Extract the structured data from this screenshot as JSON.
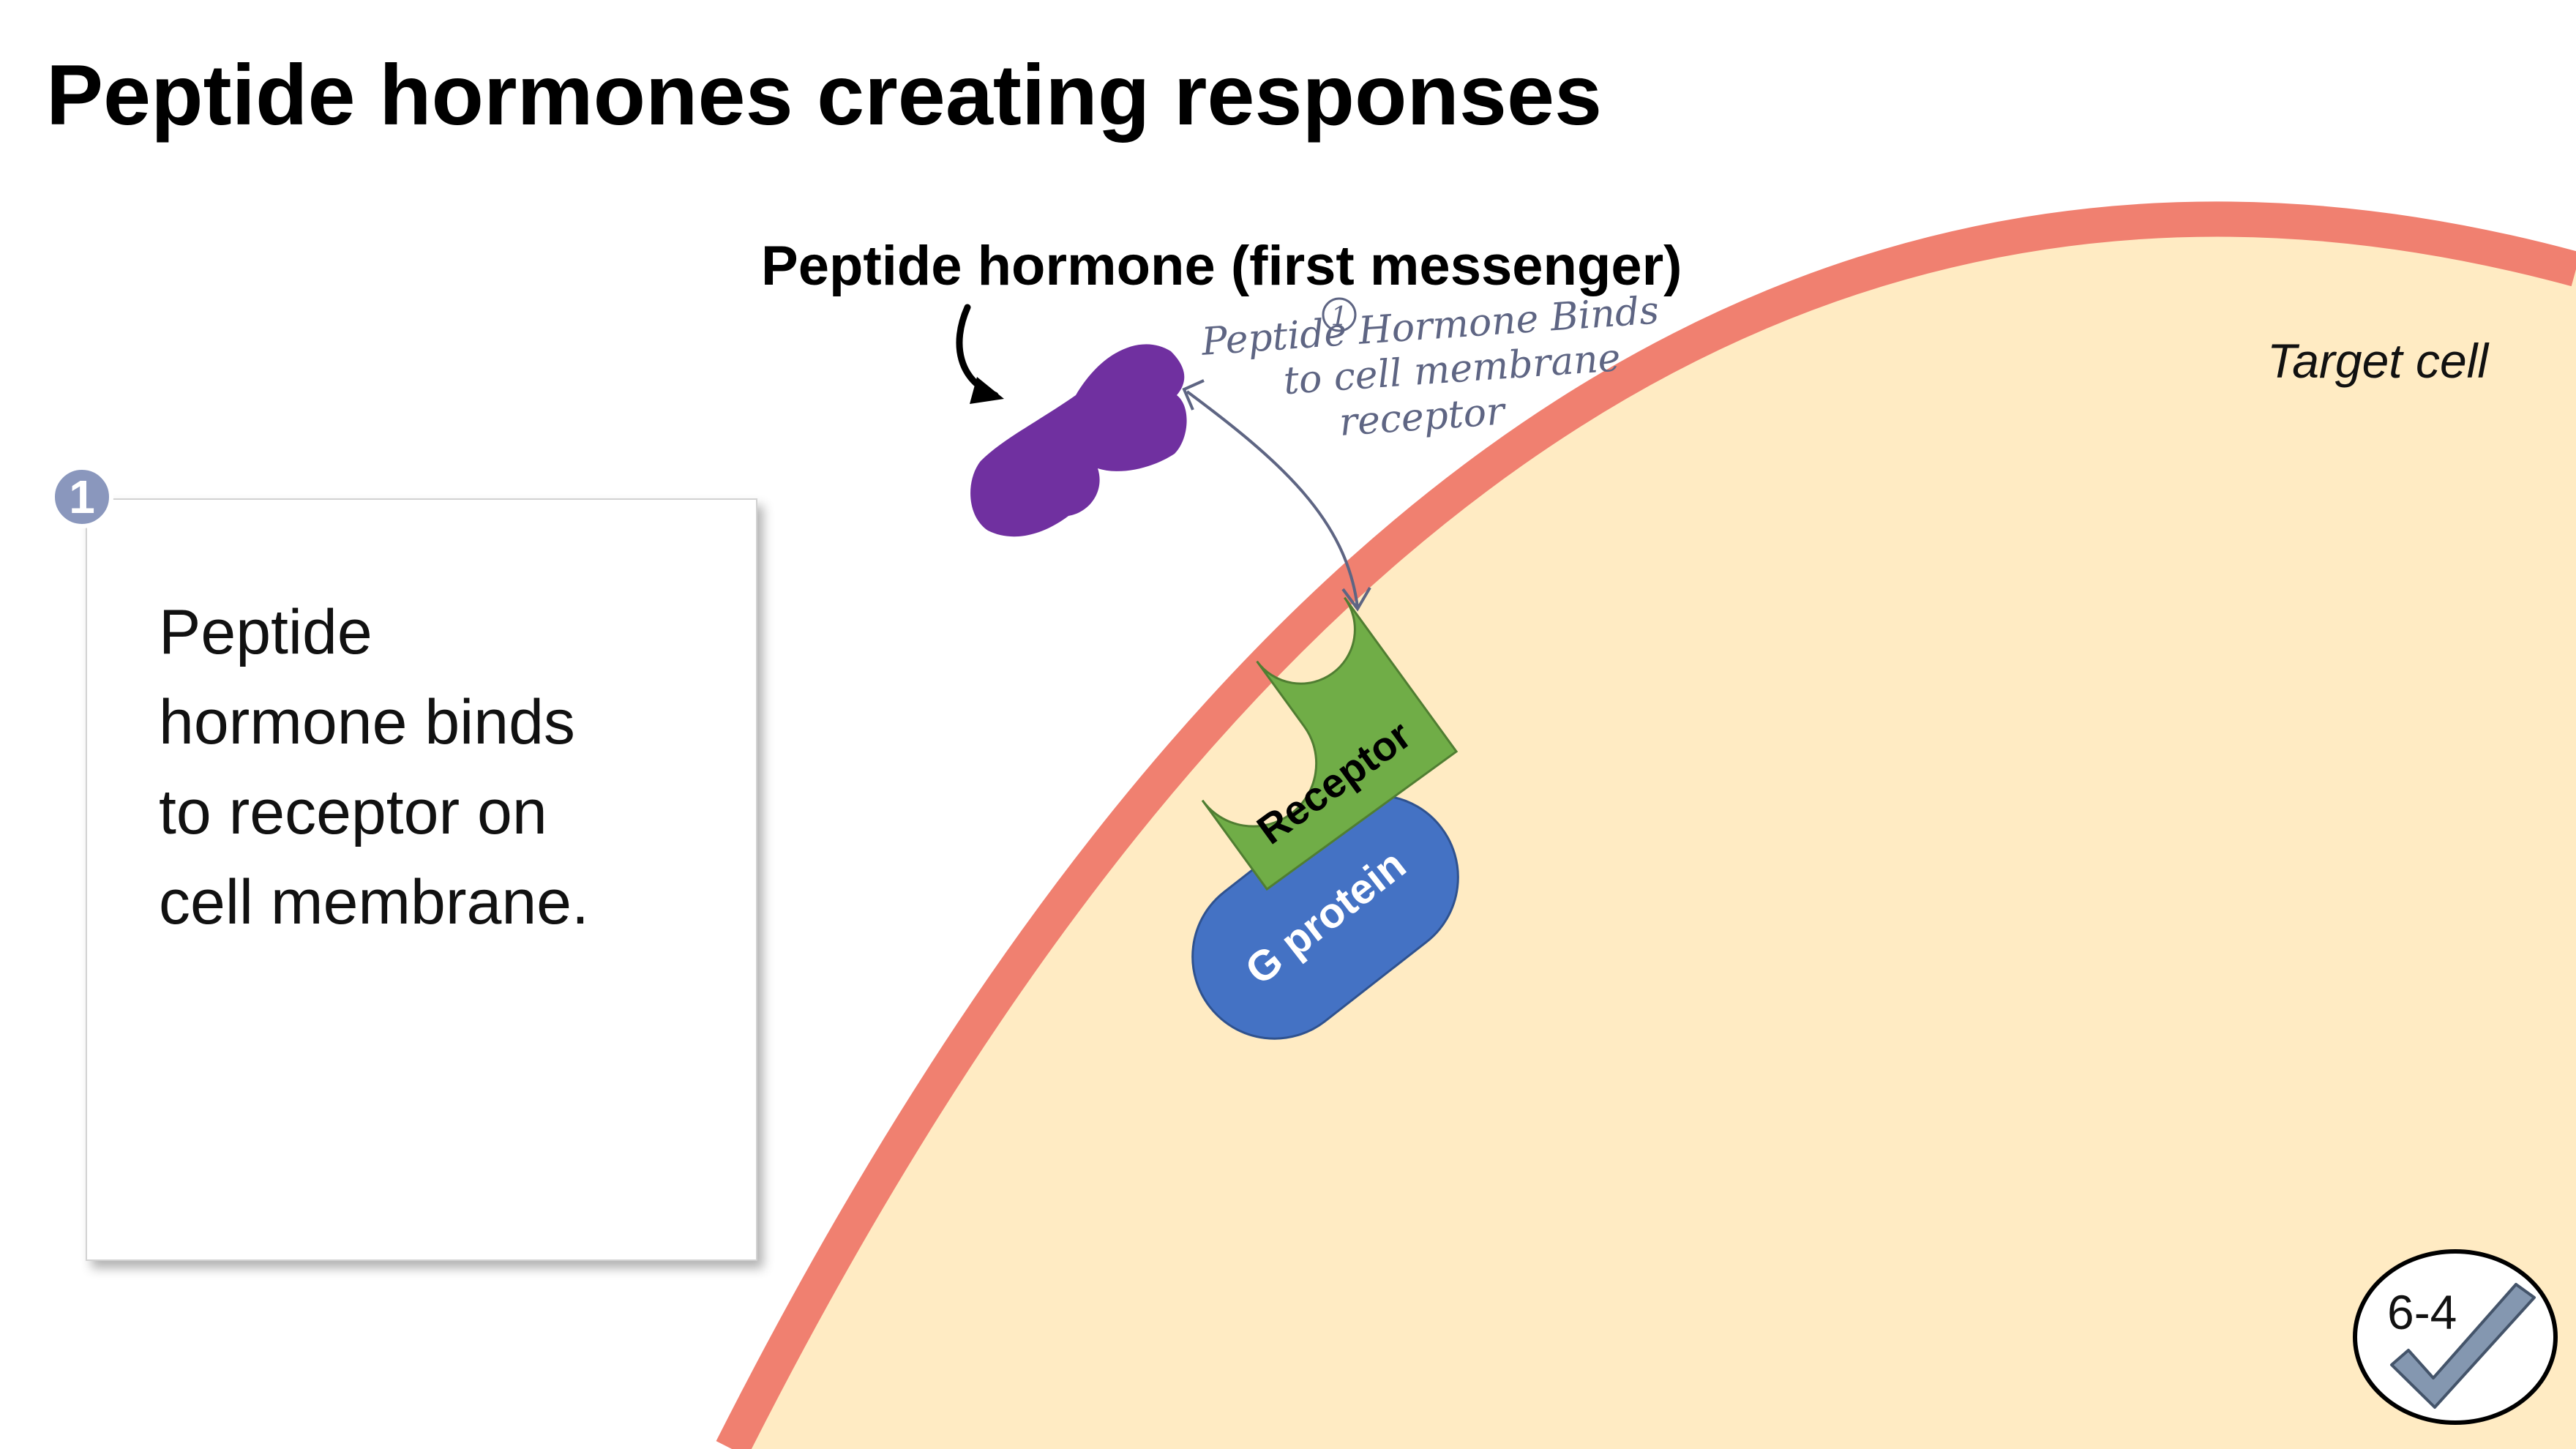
{
  "title": "Peptide hormones creating responses",
  "diagram": {
    "hormone_label": "Peptide hormone (first messenger)",
    "receptor_label": "Receptor",
    "g_protein_label": "G protein",
    "target_cell_label": "Target cell",
    "annotation": {
      "number": "1",
      "lines": [
        "Peptide Hormone Binds",
        "to cell membrane",
        "receptor"
      ]
    }
  },
  "step_card": {
    "number": "1",
    "text_lines": [
      "Peptide",
      "hormone binds",
      "to receptor on",
      "cell membrane."
    ]
  },
  "badge": {
    "label": "6-4",
    "icon": "check-icon"
  },
  "colors": {
    "cell_fill": "#FFEBC3",
    "membrane": "#F08070",
    "hormone": "#7030A0",
    "receptor": "#70AD47",
    "g_protein": "#4472C4",
    "annotation_ink": "#5E6583",
    "step_badge": "#8A97BD",
    "check": "#8497B0"
  }
}
